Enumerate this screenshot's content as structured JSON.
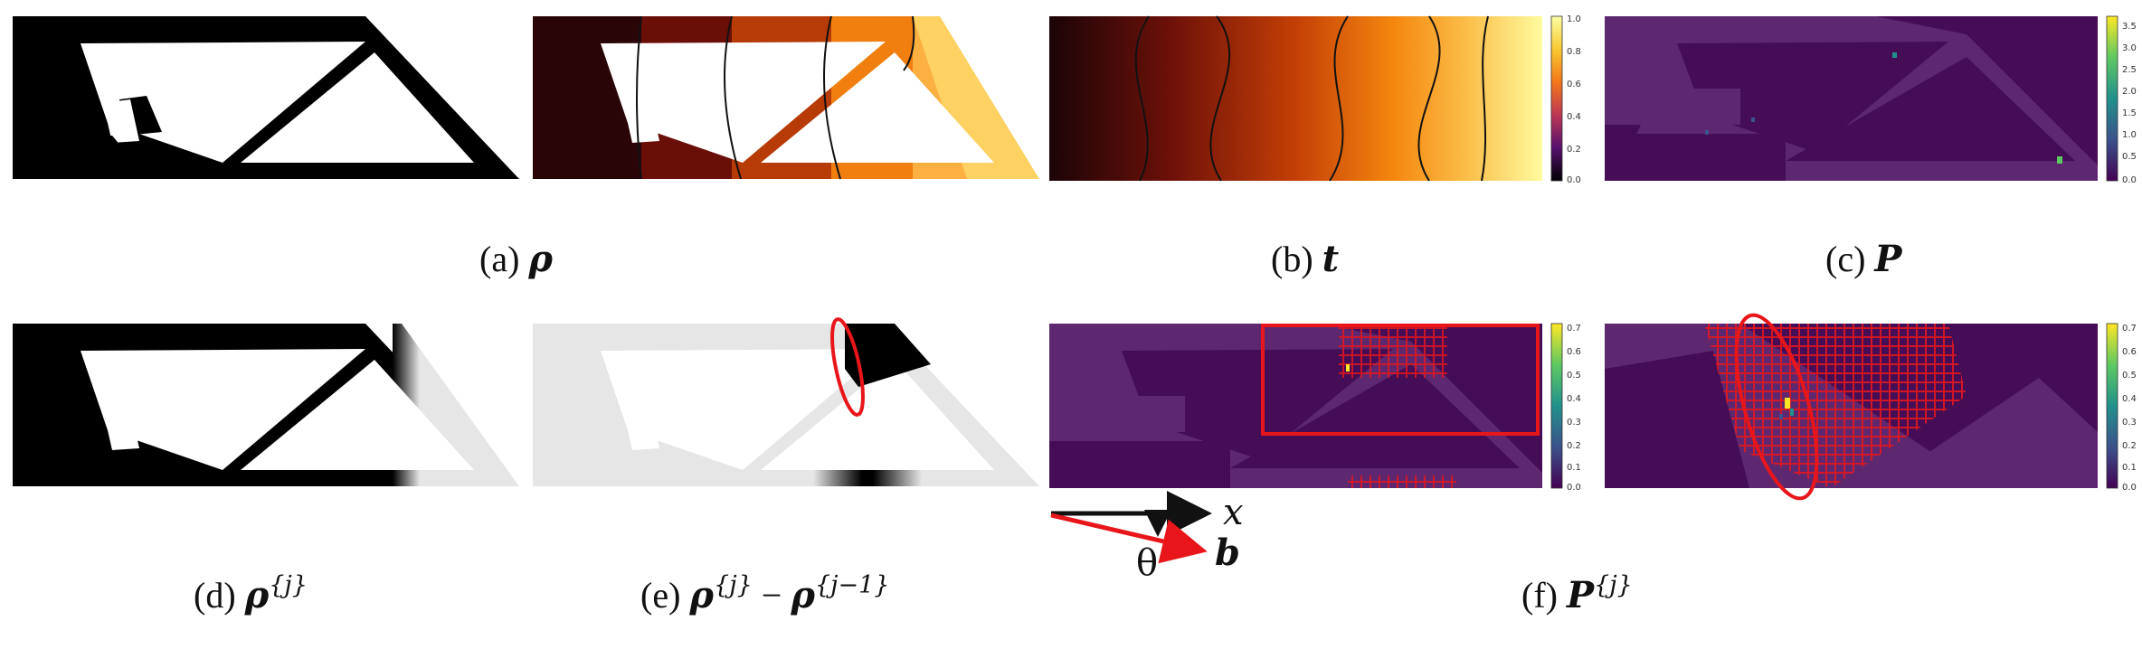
{
  "figure": {
    "captions": {
      "a": {
        "prefix": "(a) ",
        "symbol": "ρ"
      },
      "b": {
        "prefix": "(b) ",
        "symbol": "t"
      },
      "c": {
        "prefix": "(c) ",
        "symbol": "P"
      },
      "d": {
        "prefix": "(d) ",
        "symbol": "ρ",
        "sup": "{j}"
      },
      "e": {
        "prefix": "(e) ",
        "symbol": "ρ",
        "sup": "{j}",
        "minus": " − ",
        "symbol2": "ρ",
        "sup2": "{j−1}"
      },
      "f": {
        "prefix": "(f) ",
        "symbol": "P",
        "sup": "{j}"
      }
    },
    "colorbars": {
      "t": {
        "ticks": [
          "1.0",
          "0.8",
          "0.6",
          "0.4",
          "0.2",
          "0.0"
        ]
      },
      "P": {
        "ticks": [
          "3.5",
          "3.0",
          "2.5",
          "2.0",
          "1.5",
          "1.0",
          "0.5",
          "0.0"
        ]
      },
      "Pj": {
        "ticks": [
          "0.7",
          "0.6",
          "0.5",
          "0.4",
          "0.3",
          "0.2",
          "0.1",
          "0.0"
        ]
      }
    },
    "axes_diagram": {
      "x_label": "x",
      "b_label": "b",
      "angle_label": "θ"
    },
    "colors": {
      "purple_bg": "#450d55",
      "purple_struct": "#5e2870",
      "highlight": "#e8161b",
      "inferno_dark": "#1b0407",
      "inferno_light": "#fefb9f"
    }
  }
}
